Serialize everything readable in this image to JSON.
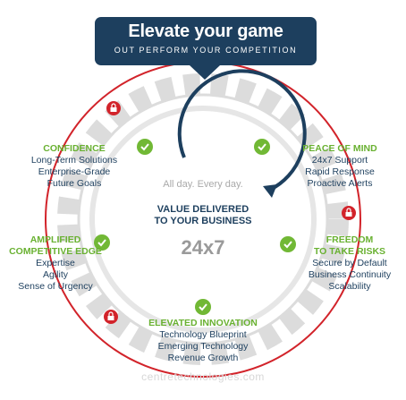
{
  "banner": {
    "title": "Elevate your game",
    "subtitle": "OUT PERFORM YOUR COMPETITION"
  },
  "center": {
    "tagline": "All day. Every day.",
    "value_line1": "VALUE DELIVERED",
    "value_line2": "TO YOUR BUSINESS",
    "hours": "24x7"
  },
  "benefits": {
    "confidence": {
      "title": "CONFIDENCE",
      "items": [
        "Long-Term Solutions",
        "Enterprise-Grade",
        "Future Goals"
      ]
    },
    "peace": {
      "title": "PEACE OF MIND",
      "items": [
        "24x7 Support",
        "Rapid Response",
        "Proactive Alerts"
      ]
    },
    "amplified": {
      "title_line1": "AMPLIFIED",
      "title_line2": "COMPETITIVE EDGE",
      "items": [
        "Expertise",
        "Agility",
        "Sense of Urgency"
      ]
    },
    "freedom": {
      "title_line1": "FREEDOM",
      "title_line2": "TO TAKE RISKS",
      "items": [
        "Secure by Default",
        "Business Continuity",
        "Scalability"
      ]
    },
    "innovation": {
      "title": "ELEVATED INNOVATION",
      "items": [
        "Technology Blueprint",
        "Emerging Technology",
        "Revenue Growth"
      ]
    }
  },
  "footer": {
    "watermark": "centretechnologies.com"
  },
  "colors": {
    "navy": "#1d3f5e",
    "green": "#69b131",
    "red": "#d2232a",
    "gray": "#d9d9d9",
    "check": "#71b835"
  },
  "icons": [
    "lock-icon",
    "check-icon"
  ]
}
